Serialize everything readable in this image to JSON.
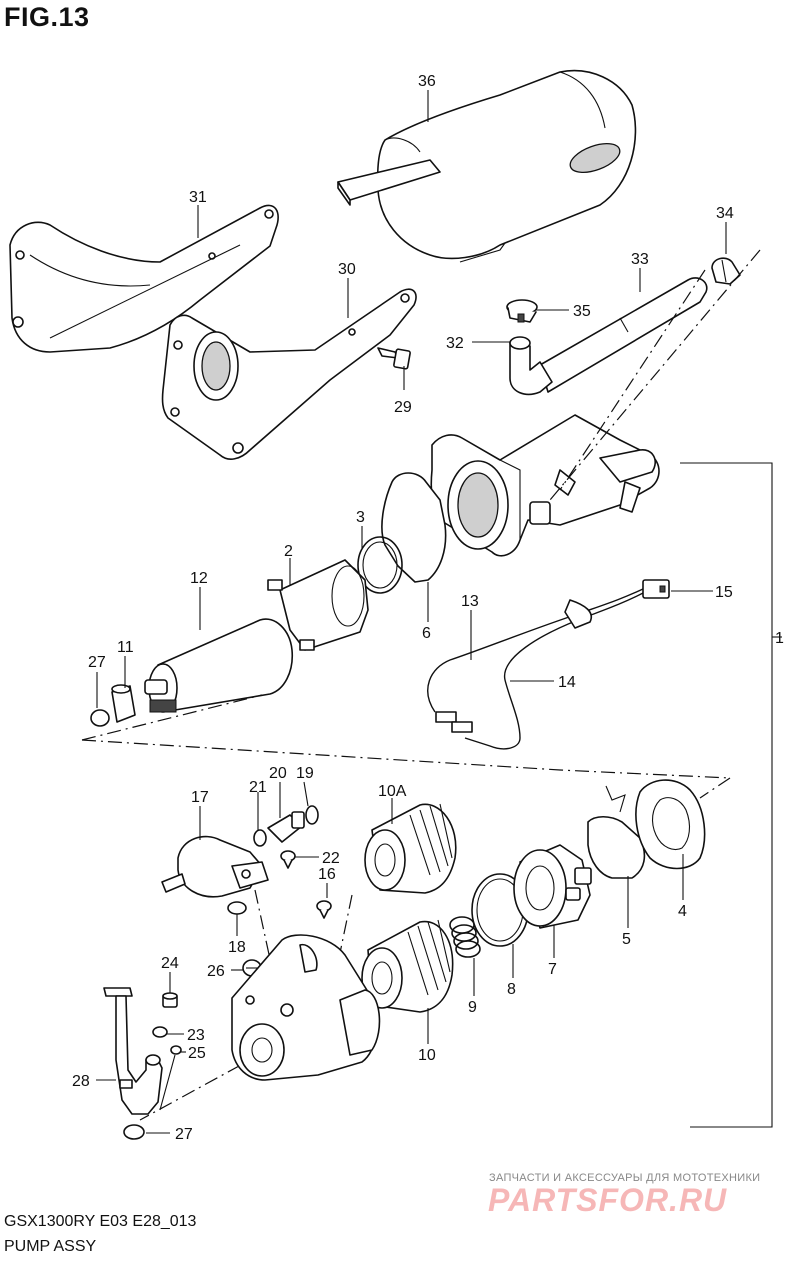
{
  "figure": {
    "title": "FIG.13"
  },
  "footer": {
    "model_code": "GSX1300RY E03 E28_013",
    "assembly_name": "PUMP ASSY"
  },
  "watermark": {
    "tagline": "ЗАПЧАСТИ И АКСЕССУАРЫ ДЛЯ МОТОТЕХНИКИ",
    "brand": "PARTSFOR.RU"
  },
  "callouts": [
    {
      "id": "1",
      "text": "1"
    },
    {
      "id": "2",
      "text": "2"
    },
    {
      "id": "3",
      "text": "3"
    },
    {
      "id": "4",
      "text": "4"
    },
    {
      "id": "5",
      "text": "5"
    },
    {
      "id": "6",
      "text": "6"
    },
    {
      "id": "7",
      "text": "7"
    },
    {
      "id": "8",
      "text": "8"
    },
    {
      "id": "9",
      "text": "9"
    },
    {
      "id": "10",
      "text": "10"
    },
    {
      "id": "10A",
      "text": "10A"
    },
    {
      "id": "11",
      "text": "11"
    },
    {
      "id": "12",
      "text": "12"
    },
    {
      "id": "13",
      "text": "13"
    },
    {
      "id": "14",
      "text": "14"
    },
    {
      "id": "15",
      "text": "15"
    },
    {
      "id": "16",
      "text": "16"
    },
    {
      "id": "17",
      "text": "17"
    },
    {
      "id": "18",
      "text": "18"
    },
    {
      "id": "19",
      "text": "19"
    },
    {
      "id": "20",
      "text": "20"
    },
    {
      "id": "21",
      "text": "21"
    },
    {
      "id": "22",
      "text": "22"
    },
    {
      "id": "23",
      "text": "23"
    },
    {
      "id": "24",
      "text": "24"
    },
    {
      "id": "25",
      "text": "25"
    },
    {
      "id": "26",
      "text": "26"
    },
    {
      "id": "27a",
      "text": "27"
    },
    {
      "id": "27b",
      "text": "27"
    },
    {
      "id": "28",
      "text": "28"
    },
    {
      "id": "29",
      "text": "29"
    },
    {
      "id": "30",
      "text": "30"
    },
    {
      "id": "31",
      "text": "31"
    },
    {
      "id": "32",
      "text": "32"
    },
    {
      "id": "33",
      "text": "33"
    },
    {
      "id": "34",
      "text": "34"
    },
    {
      "id": "35",
      "text": "35"
    },
    {
      "id": "36",
      "text": "36"
    }
  ]
}
